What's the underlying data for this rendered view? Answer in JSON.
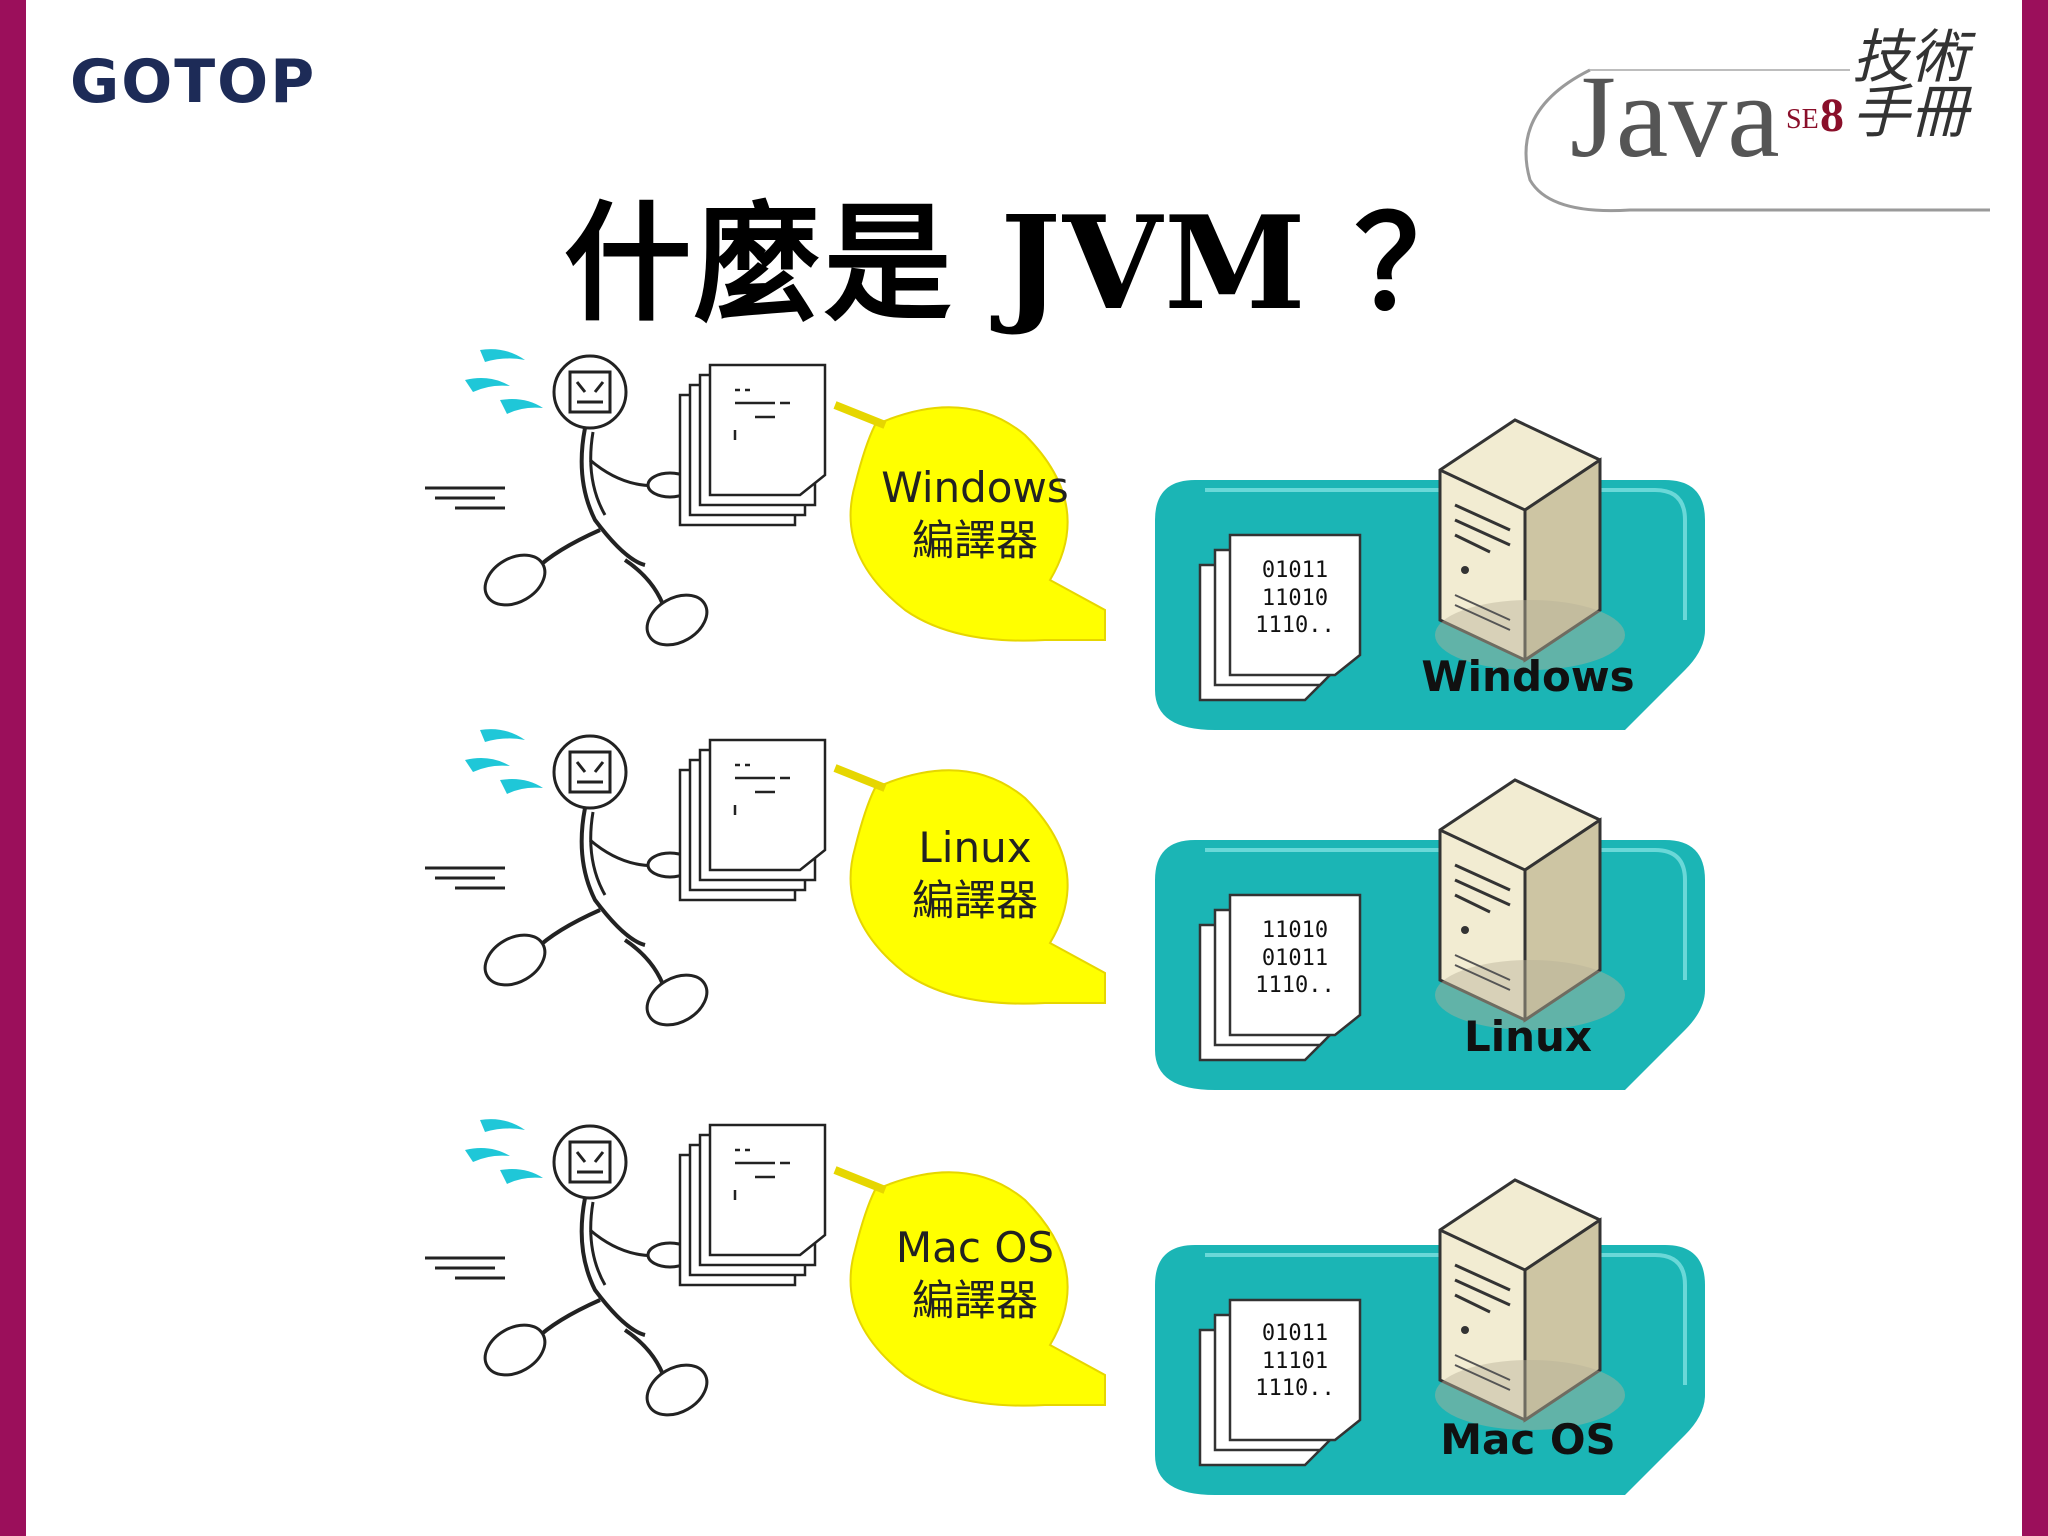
{
  "header": {
    "publisher_logo": "GOTOP",
    "book_brand": {
      "java": "Java",
      "se": "SE",
      "version": "8",
      "cjk": "技術手冊"
    }
  },
  "title": "什麼是 JVM ？",
  "rows": [
    {
      "compiler_label": "Windows",
      "compiler_suffix": "編譯器",
      "binary": "01011\n11010\n1110..",
      "os_label": "Windows"
    },
    {
      "compiler_label": "Linux",
      "compiler_suffix": "編譯器",
      "binary": "11010\n01011\n1110..",
      "os_label": "Linux"
    },
    {
      "compiler_label": "Mac OS",
      "compiler_suffix": "編譯器",
      "binary": "01011\n11101\n1110..",
      "os_label": "Mac OS"
    }
  ],
  "colors": {
    "frame": "#9b0f5b",
    "bubble": "#ffff00",
    "platform": "#1bb5b5",
    "runner_hair": "#1fc7d8"
  }
}
